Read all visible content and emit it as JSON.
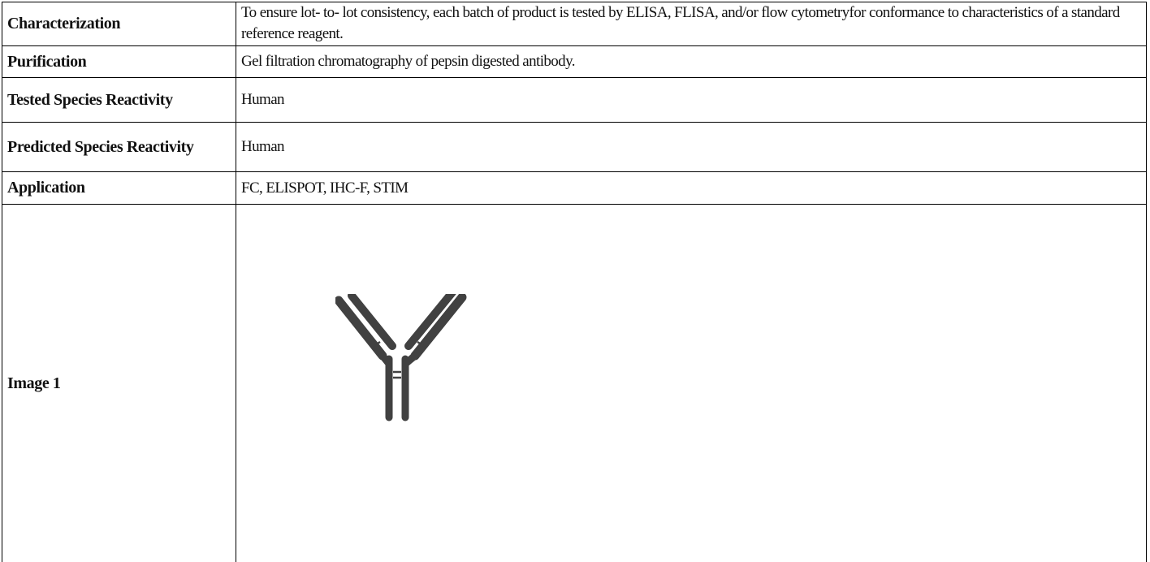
{
  "rows": [
    {
      "label": "Characterization",
      "value": "To ensure lot- to- lot consistency, each batch of product is tested by ELISA, FLISA, and/or flow cytometryfor conformance to characteristics of a standard reference reagent."
    },
    {
      "label": "Purification",
      "value": "Gel filtration chromatography of pepsin digested antibody."
    },
    {
      "label": "Tested Species Reactivity",
      "value": "Human"
    },
    {
      "label": "Predicted Species Reactivity",
      "value": "Human"
    },
    {
      "label": "Application",
      "value": "FC, ELISPOT, IHC-F, STIM"
    },
    {
      "label": "Image 1",
      "image_icon": "antibody-icon",
      "image_color": "#414141"
    }
  ]
}
